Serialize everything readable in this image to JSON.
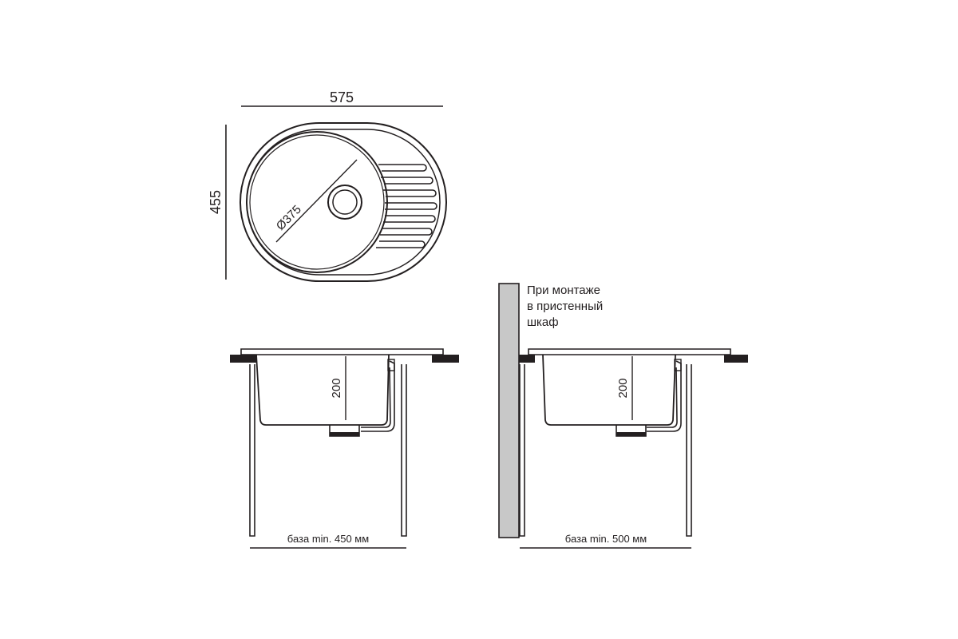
{
  "top_view": {
    "width_label": "575",
    "height_label": "455",
    "diameter_label": "Ø375"
  },
  "side_view_cabinet": {
    "depth_label": "200",
    "base_label": "база min. 450 мм"
  },
  "side_view_wall": {
    "depth_label": "200",
    "base_label": "база min. 500 мм",
    "note_lines": [
      "При монтаже",
      "в пристенный",
      "шкаф"
    ]
  },
  "colors": {
    "line": "#231f20",
    "wall_fill": "#c8c8c8",
    "countertop": "#231f20",
    "background": "#ffffff"
  }
}
